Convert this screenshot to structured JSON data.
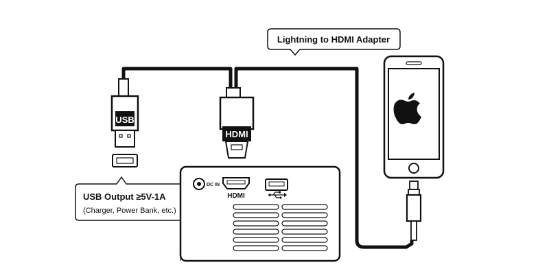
{
  "callouts": {
    "adapter_label": "Lightning to HDMI Adapter",
    "usb_output_title": "USB Output ≥5V-1A",
    "usb_output_subtitle": "(Charger, Power Bank, etc.)"
  },
  "connectors": {
    "usb_plug_label": "USB",
    "hdmi_plug_label": "HDMI"
  },
  "projector": {
    "dc_in_label": "DC IN",
    "hdmi_port_label": "HDMI"
  },
  "icons": {
    "phone_logo": "apple-logo-icon",
    "usb_symbol": "usb-icon"
  },
  "colors": {
    "line": "#111111",
    "background": "#ffffff"
  }
}
